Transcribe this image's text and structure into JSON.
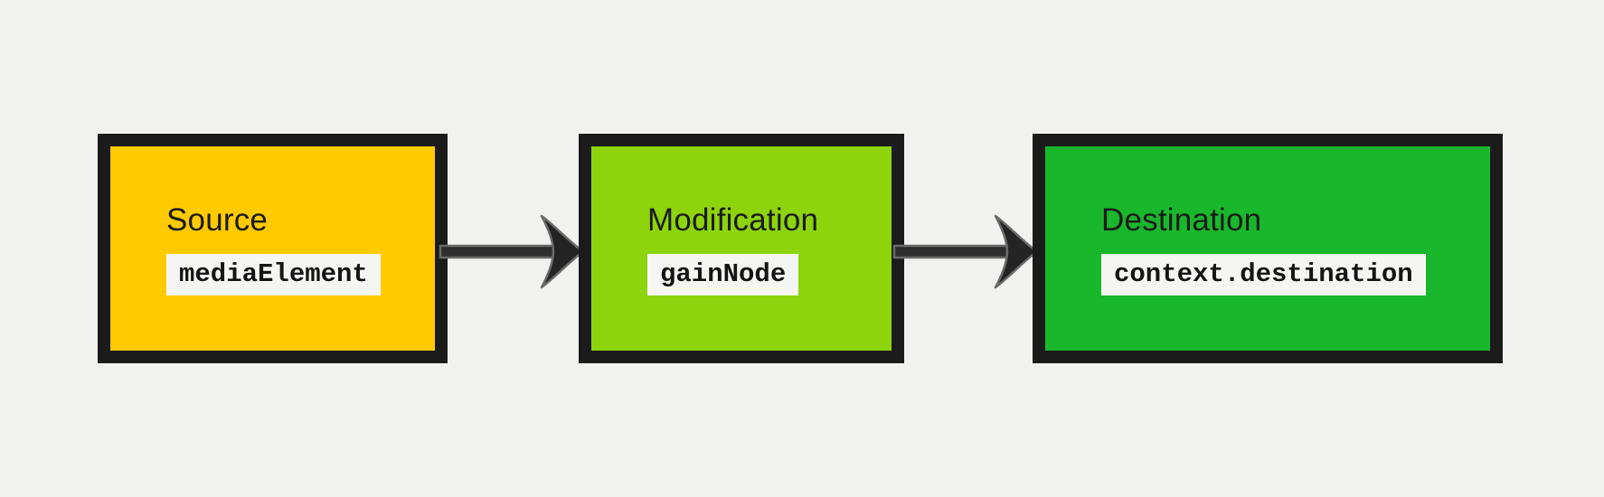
{
  "diagram": {
    "title": "audio-graph-flow",
    "background_color": "#f1f1ef",
    "box_border_color": "#1b1b1b",
    "arrow_fill_color": "#2e2e2e",
    "arrow_outline_color": "#6a6a6a",
    "code_chip_background": "#f5f5f3",
    "text_color": "#1b1b1b",
    "nodes": [
      {
        "id": "source",
        "label": "Source",
        "code": "mediaElement",
        "color": "#ffca00"
      },
      {
        "id": "modification",
        "label": "Modification",
        "code": "gainNode",
        "color": "#8dd40d"
      },
      {
        "id": "destination",
        "label": "Destination",
        "code": "context.destination",
        "color": "#19b72b"
      }
    ],
    "connections": [
      {
        "from": "source",
        "to": "modification",
        "direction": "right"
      },
      {
        "from": "modification",
        "to": "destination",
        "direction": "right"
      }
    ]
  }
}
